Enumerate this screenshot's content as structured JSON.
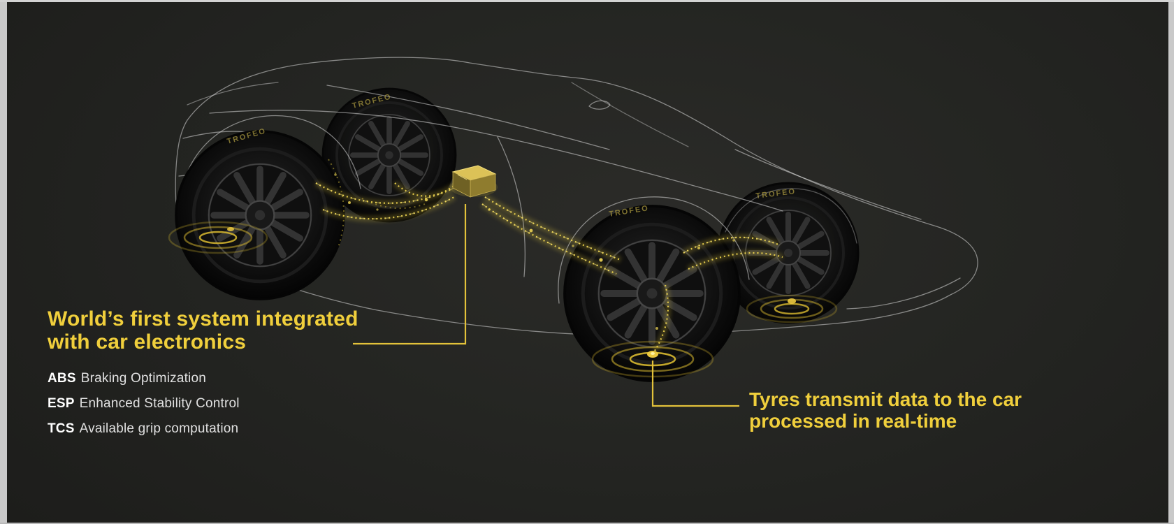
{
  "slide": {
    "background": "#232421",
    "accent_yellow": "#f0cf3c",
    "wireframe_white": "#d9d9d9",
    "frame_color": "#c9c9c9"
  },
  "left_callout": {
    "heading_line1": "World’s first system integrated",
    "heading_line2": "with car electronics",
    "features": [
      {
        "abbr": "ABS",
        "label": "Braking Optimization"
      },
      {
        "abbr": "ESP",
        "label": "Enhanced Stability Control"
      },
      {
        "abbr": "TCS",
        "label": "Available grip computation"
      }
    ]
  },
  "right_callout": {
    "line1": "Tyres transmit data to the car",
    "line2": "processed in real-time"
  },
  "illustration": {
    "tyre_marking": "TROFEO"
  }
}
